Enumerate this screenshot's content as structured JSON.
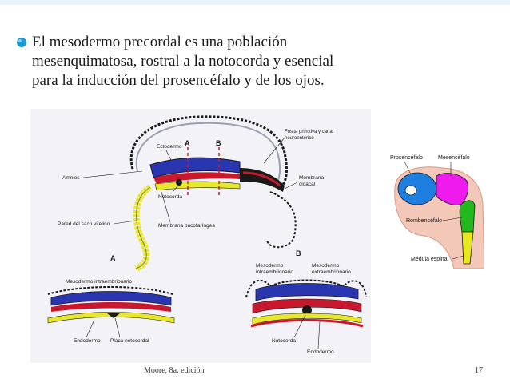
{
  "slide": {
    "bullet_lines": [
      "El mesodermo precordal es una población",
      "mesenquimatosa, rostral a la notocorda  y esencial",
      "para la inducción del prosencéfalo y de los ojos."
    ],
    "footer_source": "Moore, 8a. edición",
    "page_number": "17",
    "accent_color": "#1a9bd7"
  },
  "figure_main": {
    "labels": {
      "ectodermo": "Ectodermo",
      "cut_a": "A",
      "cut_b": "B",
      "fosita": "Fosita primitiva y canal",
      "fosita2": "neuroentérico",
      "amnios": "Amnios",
      "notocorda": "Notocorda",
      "membrana_cloacal": "Membrana",
      "membrana_cloacal2": "cloacal",
      "pared_saco": "Pared del saco vitelino",
      "membrana_buco": "Membrana bucofaríngea",
      "section_a": "A",
      "section_b": "B",
      "mesodermo_intra": "Mesodermo intraembrionario",
      "endodermo_a": "Endodermo",
      "placa_notocordal": "Placa notocordal",
      "mesodermo_b1": "Mesodermo",
      "mesodermo_b2": "intraembrionario",
      "mesodermo_b3": "Mesodermo",
      "mesodermo_b4": "extraembrionario",
      "notocorda_b": "Notocorda",
      "endodermo_b": "Endodermo"
    },
    "colors": {
      "ectoderm": "#2a36b0",
      "endoderm": "#e8e82a",
      "mesoderm": "#c8182e",
      "outline": "#1a1a1a"
    }
  },
  "figure_brain": {
    "labels": {
      "prosencefalo": "Prosencéfalo",
      "mesencefalo": "Mesencéfalo",
      "rombencefalo": "Rombencéfalo",
      "medula": "Médula espinal"
    },
    "colors": {
      "prosencefalo": "#1f7fe0",
      "mesencefalo": "#ee1aee",
      "rombencefalo": "#22b81e",
      "medula": "#e8e820",
      "tissue": "#f4c8b8"
    }
  }
}
